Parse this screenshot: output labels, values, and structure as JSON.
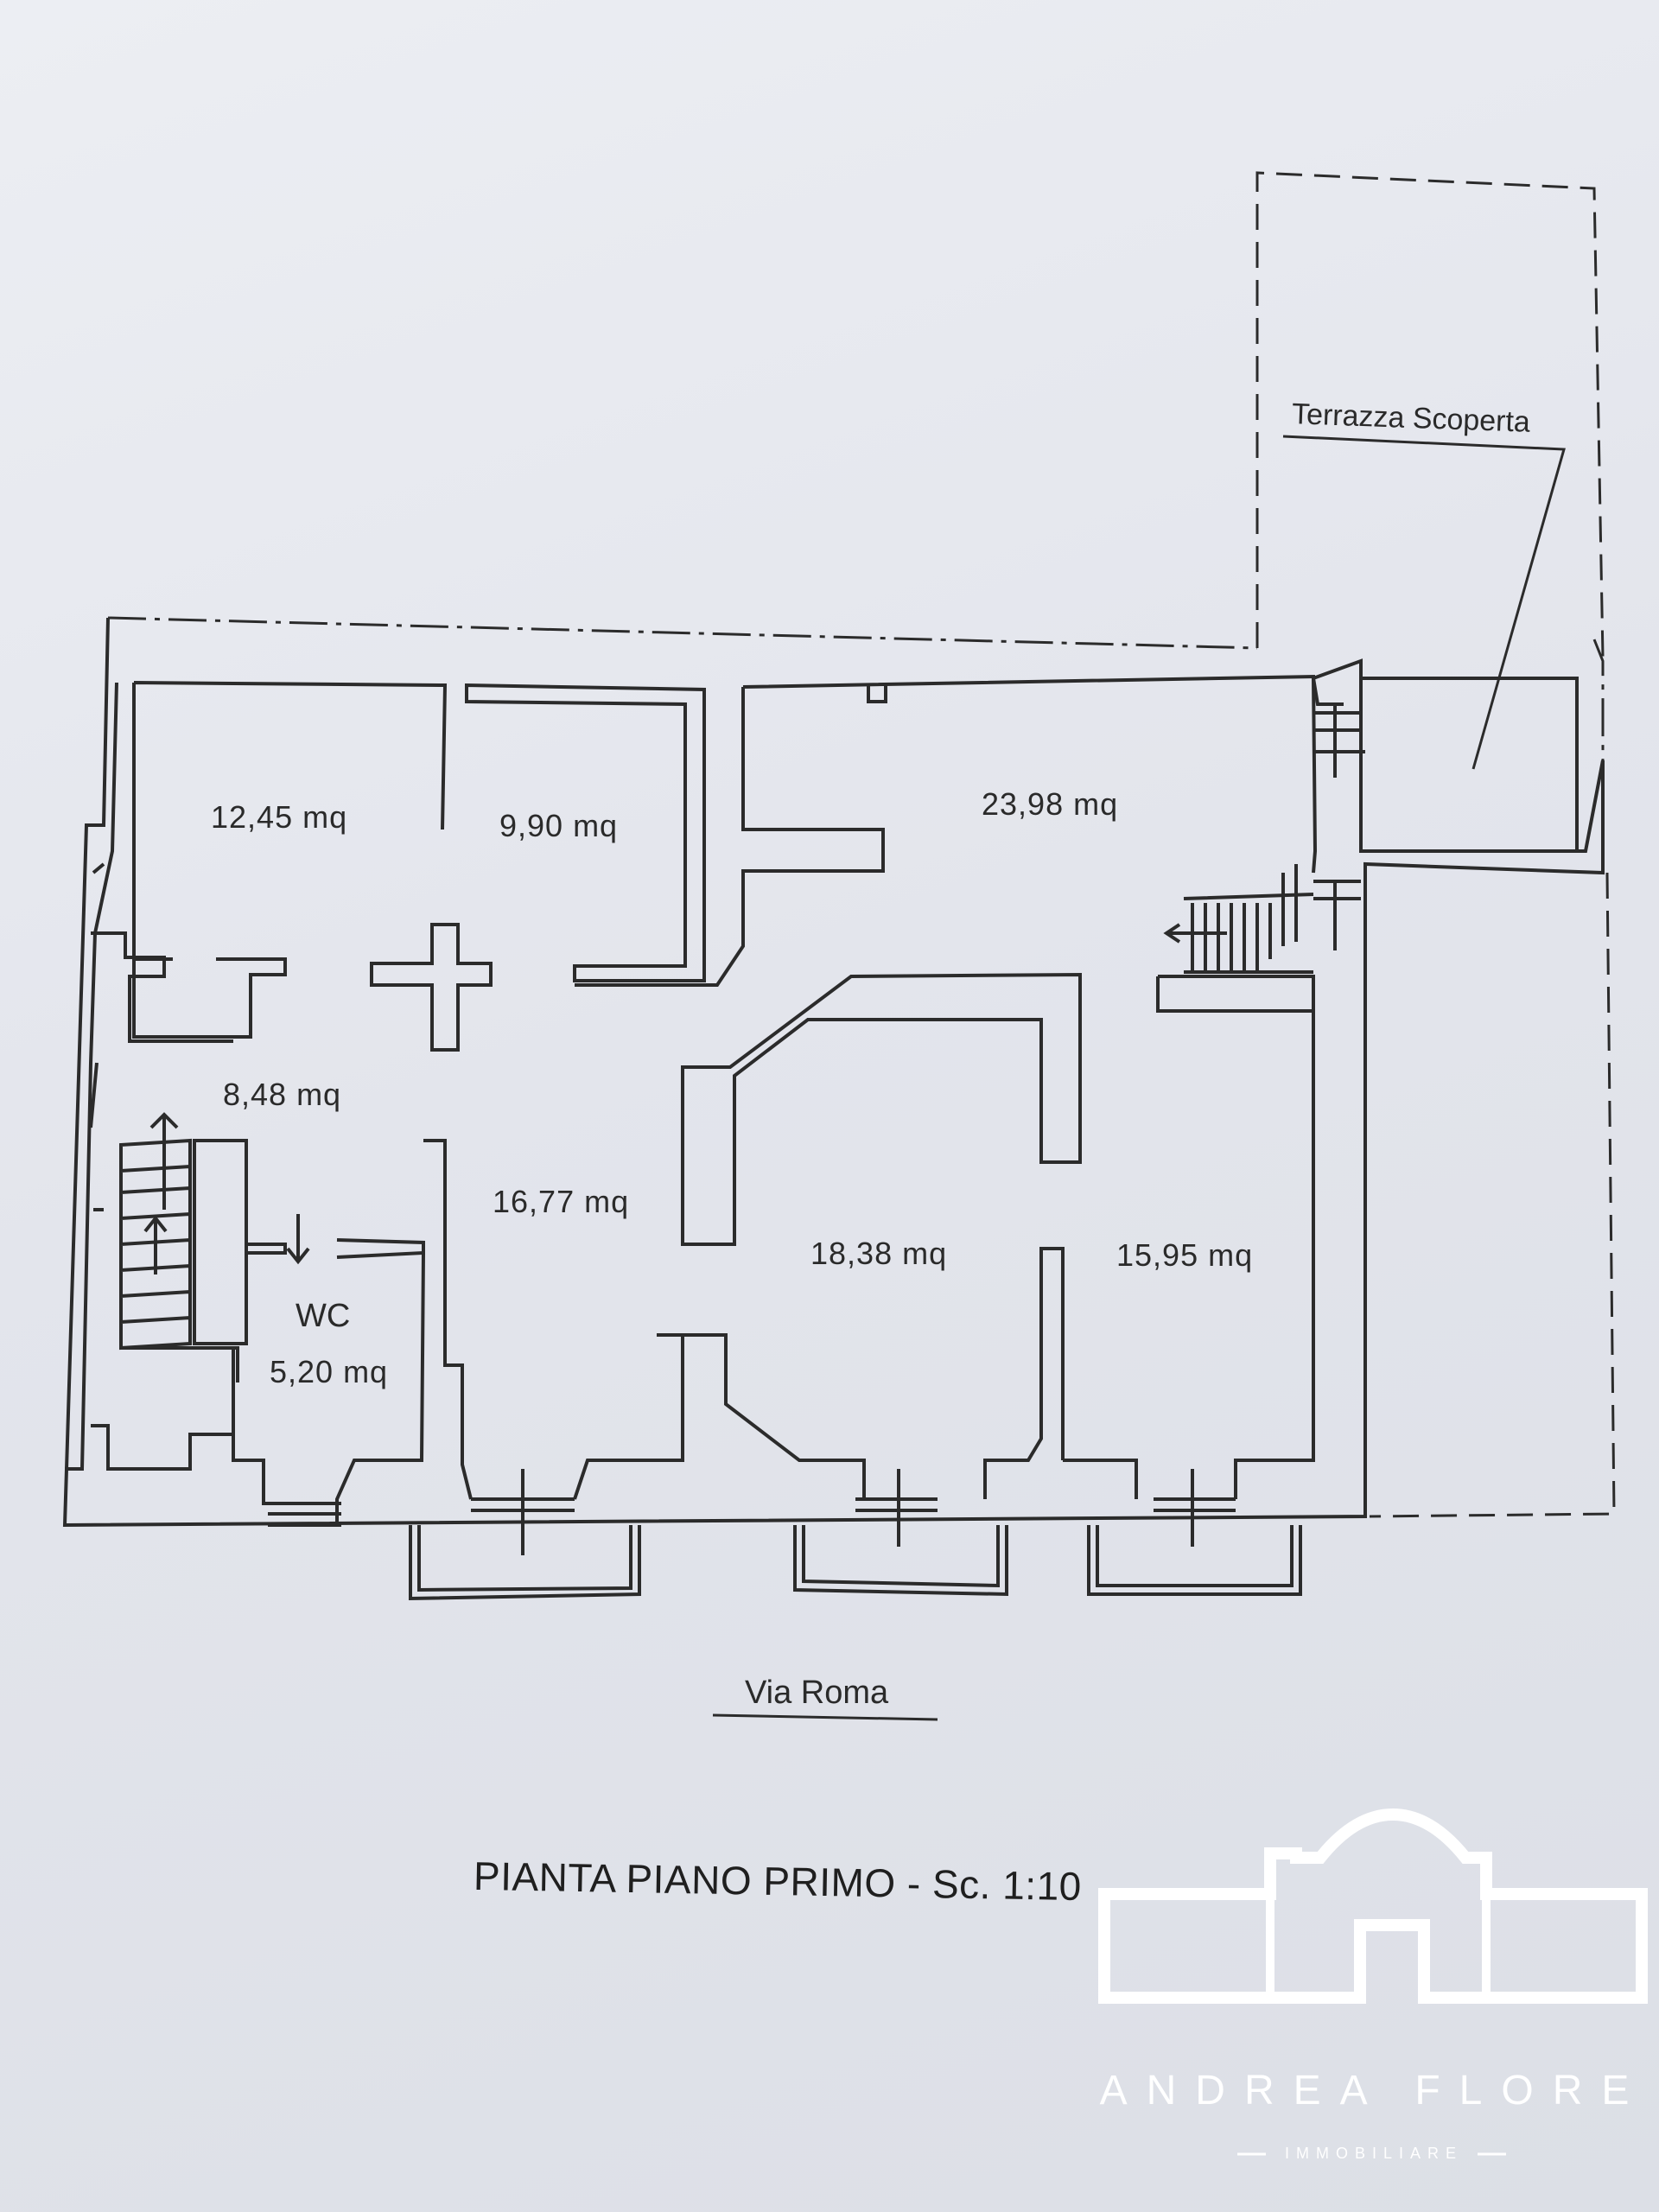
{
  "rooms": {
    "r1": "12,45  mq",
    "r2": "9,90  mq",
    "r3": "23,98  mq",
    "r4": "8,48  mq",
    "r5": "16,77  mq",
    "r6": "18,38  mq",
    "r7": "15,95  mq",
    "wc_name": "WC",
    "wc_area": "5,20  mq"
  },
  "terrace": "Terrazza Scoperta",
  "street": "Via Roma",
  "title": "PIANTA PIANO PRIMO - Sc. 1:10",
  "brand": {
    "name": "ANDREA FLORE",
    "tagline": "IMMOBILIARE"
  },
  "colors": {
    "paper": "#e6e8ee",
    "ink": "#2b2b2b",
    "logo": "#ffffff"
  }
}
